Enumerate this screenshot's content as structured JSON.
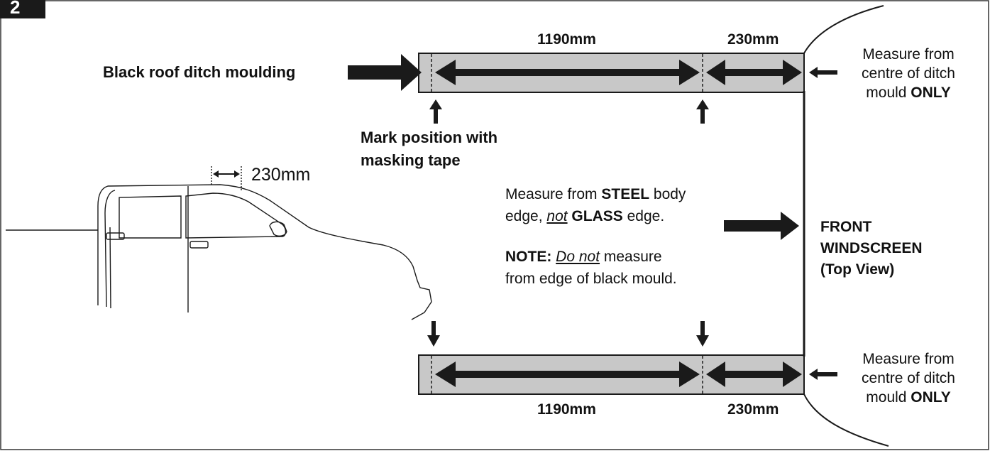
{
  "step_number": "2",
  "colors": {
    "ink": "#1a1a1a",
    "strip_fill": "#c8c8c8",
    "frame": "#333333"
  },
  "labels": {
    "top_dim_long": "1190mm",
    "top_dim_short": "230mm",
    "bottom_dim_long": "1190mm",
    "bottom_dim_short": "230mm",
    "car_dim": "230mm",
    "moulding": "Black roof ditch moulding",
    "mark_line1": "Mark position with",
    "mark_line2": "masking tape",
    "measure_top_line1": "Measure from",
    "measure_top_line2": "centre of ditch",
    "measure_top_line3_pre": "mould ",
    "measure_top_line3_bold": "ONLY",
    "measure_bottom_line1": "Measure from",
    "measure_bottom_line2": "centre of ditch",
    "measure_bottom_line3_pre": "mould ",
    "measure_bottom_line3_bold": "ONLY",
    "steel_1_pre": "Measure from ",
    "steel_1_bold": "STEEL",
    "steel_1_post": " body",
    "steel_2_pre": "edge, ",
    "steel_2_underlined": "not",
    "steel_2_bold": " GLASS",
    "steel_2_post": " edge.",
    "note_bold": "NOTE:",
    "note_underlined": "Do not",
    "note_post": " measure",
    "note_line2": "from edge of black mould.",
    "windscreen_line1": "FRONT",
    "windscreen_line2": "WINDSCREEN",
    "windscreen_line3": "(Top View)"
  }
}
